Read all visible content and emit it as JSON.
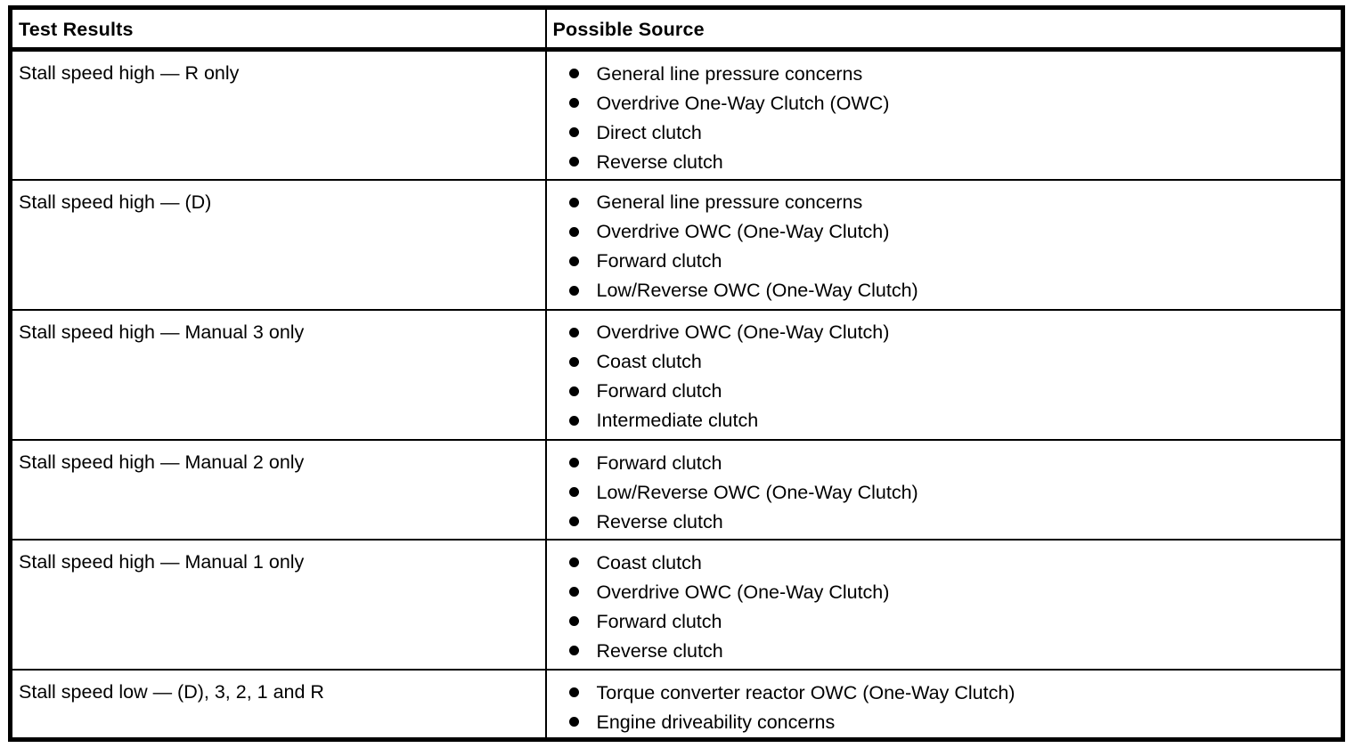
{
  "table": {
    "columns": [
      "Test Results",
      "Possible Source"
    ],
    "rows": [
      {
        "test_result": "Stall speed high — R only",
        "sources": [
          "General line pressure concerns",
          "Overdrive One-Way Clutch (OWC)",
          "Direct clutch",
          "Reverse clutch"
        ]
      },
      {
        "test_result": "Stall speed high — (D)",
        "sources": [
          "General line pressure concerns",
          "Overdrive OWC (One-Way Clutch)",
          "Forward clutch",
          "Low/Reverse OWC (One-Way Clutch)"
        ]
      },
      {
        "test_result": "Stall speed high — Manual 3 only",
        "sources": [
          "Overdrive OWC (One-Way Clutch)",
          "Coast clutch",
          "Forward clutch",
          "Intermediate clutch"
        ]
      },
      {
        "test_result": "Stall speed high — Manual 2 only",
        "sources": [
          "Forward clutch",
          "Low/Reverse OWC (One-Way Clutch)",
          "Reverse clutch"
        ]
      },
      {
        "test_result": "Stall speed high — Manual 1 only",
        "sources": [
          "Coast clutch",
          "Overdrive OWC (One-Way Clutch)",
          "Forward clutch",
          "Reverse clutch"
        ]
      },
      {
        "test_result": "Stall speed low — (D), 3, 2, 1 and R",
        "sources": [
          "Torque converter reactor OWC (One-Way Clutch)",
          "Engine driveability concerns"
        ]
      }
    ],
    "bullet_icon": "filled-circle",
    "colors": {
      "text": "#000000",
      "border": "#000000",
      "background": "#ffffff"
    }
  }
}
